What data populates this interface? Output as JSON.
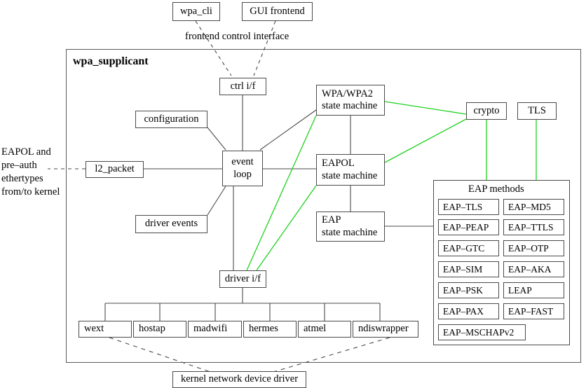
{
  "diagram": {
    "title": "wpa_supplicant",
    "external": {
      "wpa_cli": "wpa_cli",
      "gui_frontend": "GUI frontend",
      "frontend_label": "frontend control interface",
      "kernel_driver": "kernel network device driver"
    },
    "side_label": {
      "line1": "EAPOL and",
      "line2": "pre–auth",
      "line3": "ethertypes",
      "line4": "from/to kernel"
    },
    "nodes": {
      "ctrl_if": "ctrl i/f",
      "configuration": "configuration",
      "l2_packet": "l2_packet",
      "driver_events": "driver events",
      "event_loop_1": "event",
      "event_loop_2": "loop",
      "wpa_sm_1": "WPA/WPA2",
      "wpa_sm_2": "state machine",
      "eapol_sm_1": "EAPOL",
      "eapol_sm_2": "state machine",
      "eap_sm_1": "EAP",
      "eap_sm_2": "state machine",
      "crypto": "crypto",
      "tls": "TLS",
      "driver_if": "driver i/f"
    },
    "eap_methods": {
      "header": "EAP methods",
      "left_column": [
        "EAP–TLS",
        "EAP–PEAP",
        "EAP–GTC",
        "EAP–SIM",
        "EAP–PSK",
        "EAP–PAX",
        "EAP–MSCHAPv2"
      ],
      "right_column": [
        "EAP–MD5",
        "EAP–TTLS",
        "EAP–OTP",
        "EAP–AKA",
        "LEAP",
        "EAP–FAST"
      ]
    },
    "drivers": [
      "wext",
      "hostap",
      "madwifi",
      "hermes",
      "atmel",
      "ndiswrapper"
    ],
    "colors": {
      "line": "#4a4a4a",
      "green_link": "#1fd11f",
      "text": "#000000",
      "background": "#ffffff"
    }
  }
}
